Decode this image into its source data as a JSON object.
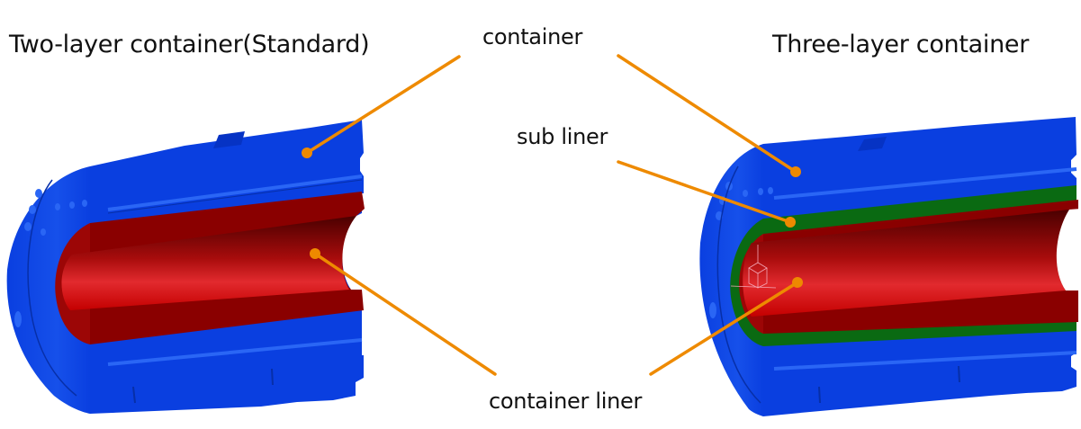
{
  "titles": {
    "two_layer": "Two-layer container(Standard)",
    "three_layer": "Three-layer container"
  },
  "callouts": {
    "container": "container",
    "sub_liner": "sub liner",
    "container_liner": "container liner"
  },
  "colors": {
    "container": "#0a3fe0",
    "container_shade": "#0633c4",
    "container_highlight": "#2a66f5",
    "sub_liner": "#0a6a12",
    "liner_dark": "#8a0000",
    "liner_bore_top": "#5a0000",
    "liner_bore_mid": "#e0262a",
    "liner_bore_bottom": "#c40000",
    "leader_line": "#ee8a00",
    "text": "#111111"
  }
}
